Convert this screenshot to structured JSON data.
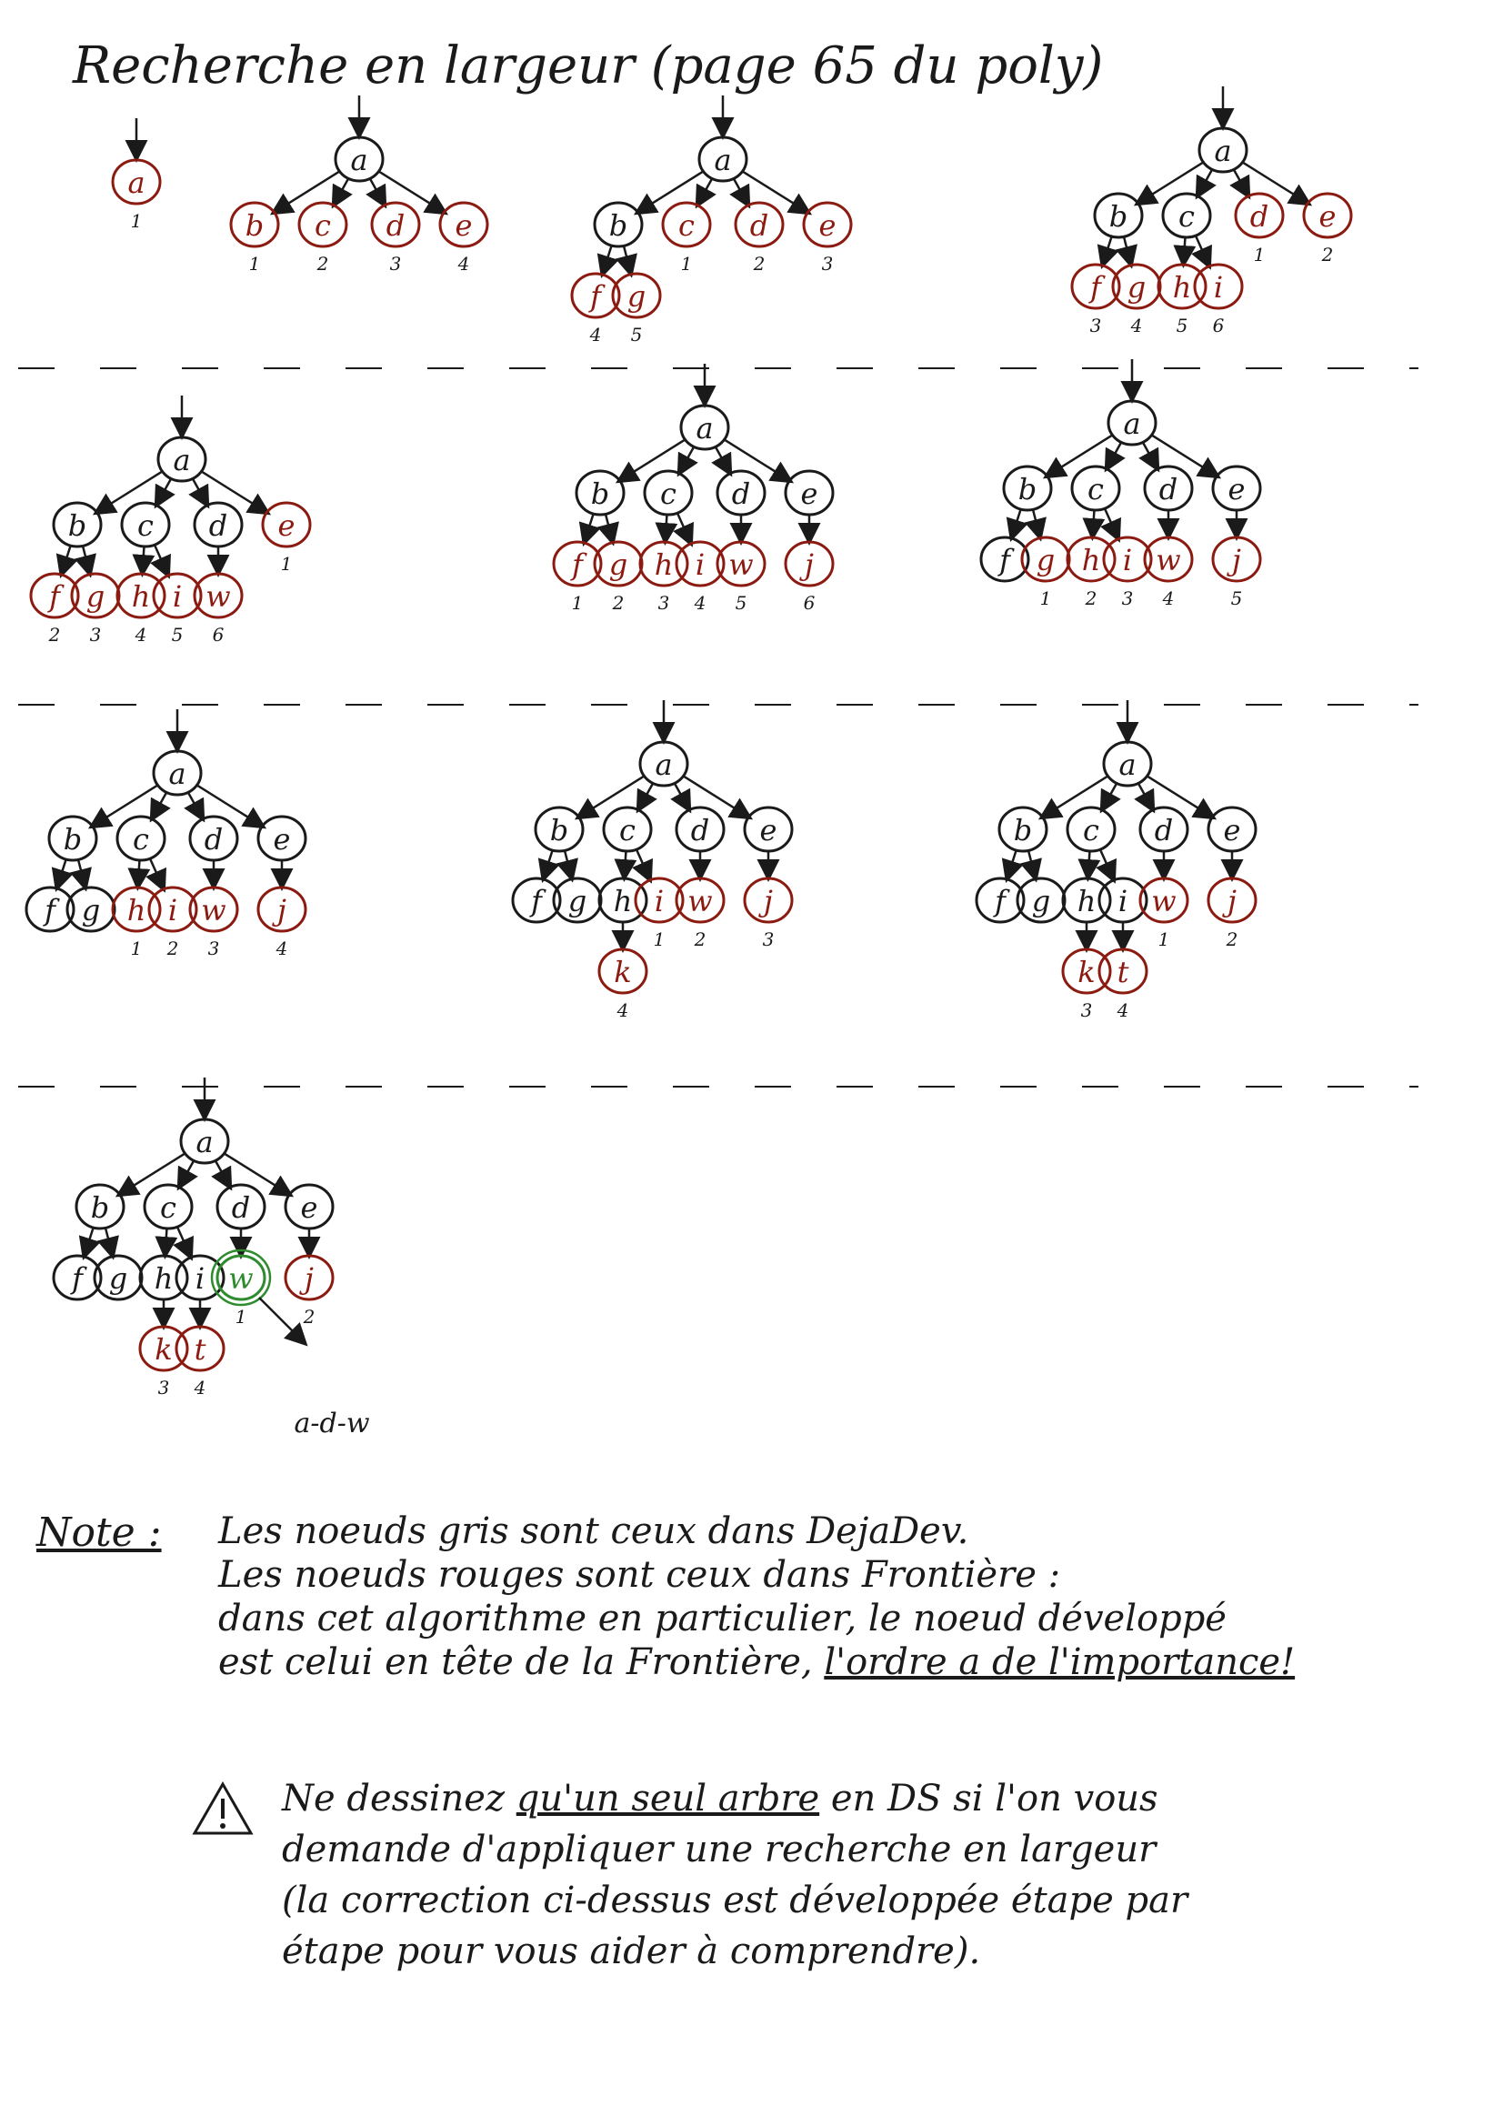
{
  "title": "Recherche en largeur (page 65 du poly)",
  "colors": {
    "ink": "#1a1a1a",
    "frontier": "#8b1a10",
    "solution": "#2e8b2e"
  },
  "chart_data": {
    "type": "diagram",
    "tree_steps": [
      {
        "nodes": [
          {
            "id": "a",
            "state": "frontier",
            "order": "1"
          }
        ]
      },
      {
        "nodes": [
          {
            "id": "a",
            "state": "visited"
          },
          {
            "id": "b",
            "state": "frontier",
            "order": "1"
          },
          {
            "id": "c",
            "state": "frontier",
            "order": "2"
          },
          {
            "id": "d",
            "state": "frontier",
            "order": "3"
          },
          {
            "id": "e",
            "state": "frontier",
            "order": "4"
          }
        ]
      },
      {
        "nodes": [
          {
            "id": "a",
            "state": "visited"
          },
          {
            "id": "b",
            "state": "visited"
          },
          {
            "id": "c",
            "state": "frontier",
            "order": "1"
          },
          {
            "id": "d",
            "state": "frontier",
            "order": "2"
          },
          {
            "id": "e",
            "state": "frontier",
            "order": "3"
          },
          {
            "id": "f",
            "state": "frontier",
            "order": "4"
          },
          {
            "id": "g",
            "state": "frontier",
            "order": "5"
          }
        ]
      },
      {
        "nodes": [
          {
            "id": "a",
            "state": "visited"
          },
          {
            "id": "b",
            "state": "visited"
          },
          {
            "id": "c",
            "state": "visited"
          },
          {
            "id": "d",
            "state": "frontier",
            "order": "1"
          },
          {
            "id": "e",
            "state": "frontier",
            "order": "2"
          },
          {
            "id": "f",
            "state": "frontier",
            "order": "3"
          },
          {
            "id": "g",
            "state": "frontier",
            "order": "4"
          },
          {
            "id": "h",
            "state": "frontier",
            "order": "5"
          },
          {
            "id": "i",
            "state": "frontier",
            "order": "6"
          }
        ]
      },
      {
        "nodes": [
          {
            "id": "a",
            "state": "visited"
          },
          {
            "id": "b",
            "state": "visited"
          },
          {
            "id": "c",
            "state": "visited"
          },
          {
            "id": "d",
            "state": "visited"
          },
          {
            "id": "e",
            "state": "frontier",
            "order": "1"
          },
          {
            "id": "f",
            "state": "frontier",
            "order": "2"
          },
          {
            "id": "g",
            "state": "frontier",
            "order": "3"
          },
          {
            "id": "h",
            "state": "frontier",
            "order": "4"
          },
          {
            "id": "i",
            "state": "frontier",
            "order": "5"
          },
          {
            "id": "w",
            "state": "frontier",
            "order": "6"
          }
        ]
      },
      {
        "nodes": [
          {
            "id": "a",
            "state": "visited"
          },
          {
            "id": "b",
            "state": "visited"
          },
          {
            "id": "c",
            "state": "visited"
          },
          {
            "id": "d",
            "state": "visited"
          },
          {
            "id": "e",
            "state": "visited"
          },
          {
            "id": "f",
            "state": "frontier",
            "order": "1"
          },
          {
            "id": "g",
            "state": "frontier",
            "order": "2"
          },
          {
            "id": "h",
            "state": "frontier",
            "order": "3"
          },
          {
            "id": "i",
            "state": "frontier",
            "order": "4"
          },
          {
            "id": "w",
            "state": "frontier",
            "order": "5"
          },
          {
            "id": "j",
            "state": "frontier",
            "order": "6"
          }
        ]
      },
      {
        "nodes": [
          {
            "id": "a",
            "state": "visited"
          },
          {
            "id": "b",
            "state": "visited"
          },
          {
            "id": "c",
            "state": "visited"
          },
          {
            "id": "d",
            "state": "visited"
          },
          {
            "id": "e",
            "state": "visited"
          },
          {
            "id": "f",
            "state": "visited"
          },
          {
            "id": "g",
            "state": "frontier",
            "order": "1"
          },
          {
            "id": "h",
            "state": "frontier",
            "order": "2"
          },
          {
            "id": "i",
            "state": "frontier",
            "order": "3"
          },
          {
            "id": "w",
            "state": "frontier",
            "order": "4"
          },
          {
            "id": "j",
            "state": "frontier",
            "order": "5"
          }
        ]
      },
      {
        "nodes": [
          {
            "id": "a",
            "state": "visited"
          },
          {
            "id": "b",
            "state": "visited"
          },
          {
            "id": "c",
            "state": "visited"
          },
          {
            "id": "d",
            "state": "visited"
          },
          {
            "id": "e",
            "state": "visited"
          },
          {
            "id": "f",
            "state": "visited"
          },
          {
            "id": "g",
            "state": "visited"
          },
          {
            "id": "h",
            "state": "frontier",
            "order": "1"
          },
          {
            "id": "i",
            "state": "frontier",
            "order": "2"
          },
          {
            "id": "w",
            "state": "frontier",
            "order": "3"
          },
          {
            "id": "j",
            "state": "frontier",
            "order": "4"
          }
        ]
      },
      {
        "nodes": [
          {
            "id": "a",
            "state": "visited"
          },
          {
            "id": "b",
            "state": "visited"
          },
          {
            "id": "c",
            "state": "visited"
          },
          {
            "id": "d",
            "state": "visited"
          },
          {
            "id": "e",
            "state": "visited"
          },
          {
            "id": "f",
            "state": "visited"
          },
          {
            "id": "g",
            "state": "visited"
          },
          {
            "id": "h",
            "state": "visited"
          },
          {
            "id": "i",
            "state": "frontier",
            "order": "1"
          },
          {
            "id": "w",
            "state": "frontier",
            "order": "2"
          },
          {
            "id": "j",
            "state": "frontier",
            "order": "3"
          },
          {
            "id": "k",
            "state": "frontier",
            "order": "4"
          }
        ]
      },
      {
        "nodes": [
          {
            "id": "a",
            "state": "visited"
          },
          {
            "id": "b",
            "state": "visited"
          },
          {
            "id": "c",
            "state": "visited"
          },
          {
            "id": "d",
            "state": "visited"
          },
          {
            "id": "e",
            "state": "visited"
          },
          {
            "id": "f",
            "state": "visited"
          },
          {
            "id": "g",
            "state": "visited"
          },
          {
            "id": "h",
            "state": "visited"
          },
          {
            "id": "i",
            "state": "visited"
          },
          {
            "id": "w",
            "state": "frontier",
            "order": "1"
          },
          {
            "id": "j",
            "state": "frontier",
            "order": "2"
          },
          {
            "id": "k",
            "state": "frontier",
            "order": "3"
          },
          {
            "id": "t",
            "state": "frontier",
            "order": "4"
          }
        ]
      },
      {
        "nodes": [
          {
            "id": "a",
            "state": "visited"
          },
          {
            "id": "b",
            "state": "visited"
          },
          {
            "id": "c",
            "state": "visited"
          },
          {
            "id": "d",
            "state": "visited"
          },
          {
            "id": "e",
            "state": "visited"
          },
          {
            "id": "f",
            "state": "visited"
          },
          {
            "id": "g",
            "state": "visited"
          },
          {
            "id": "h",
            "state": "visited"
          },
          {
            "id": "i",
            "state": "visited"
          },
          {
            "id": "w",
            "state": "goal",
            "order": "1"
          },
          {
            "id": "j",
            "state": "frontier",
            "order": "2"
          },
          {
            "id": "k",
            "state": "frontier",
            "order": "3"
          },
          {
            "id": "t",
            "state": "frontier",
            "order": "4"
          }
        ],
        "path": "a-d-w"
      }
    ]
  },
  "note": {
    "label": "Note :",
    "lines": [
      "Les noeuds gris sont ceux dans DejaDev.",
      "Les noeuds rouges sont ceux dans Frontière :",
      "dans cet algorithme en particulier, le noeud développé",
      "est celui en tête de la Frontière,"
    ],
    "emphasis": "l'ordre a de l'importance!"
  },
  "warning": {
    "lines_pre": "Ne dessinez ",
    "underlined": "qu'un seul arbre",
    "lines_post": " en DS si l'on vous",
    "line2": "demande d'appliquer une recherche en largeur",
    "line3": "(la correction ci-dessus est développée étape par",
    "line4": "étape pour vous aider à comprendre)."
  }
}
